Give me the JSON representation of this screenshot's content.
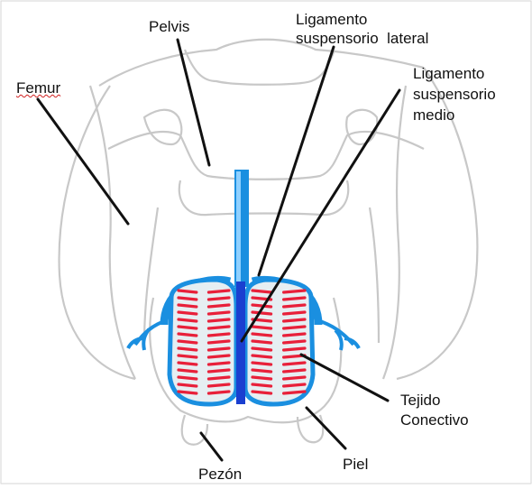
{
  "labels": {
    "pelvis": "Pelvis",
    "femur": "Femur",
    "lat_line1": "Ligamento",
    "lat_line2": "suspensorio  lateral",
    "med_line1": "Ligamento",
    "med_line2": "suspensorio",
    "med_line3": "medio",
    "tejido_line1": "Tejido",
    "tejido_line2": "Conectivo",
    "piel": "Piel",
    "pezon": "Pezón"
  },
  "colors": {
    "outline": "#c8c8c8",
    "ligament": "#1a8fe0",
    "gland_red": "#e8203a",
    "gland_fill": "#e6eef2",
    "leader": "#111111",
    "misspell": "#d02020"
  }
}
